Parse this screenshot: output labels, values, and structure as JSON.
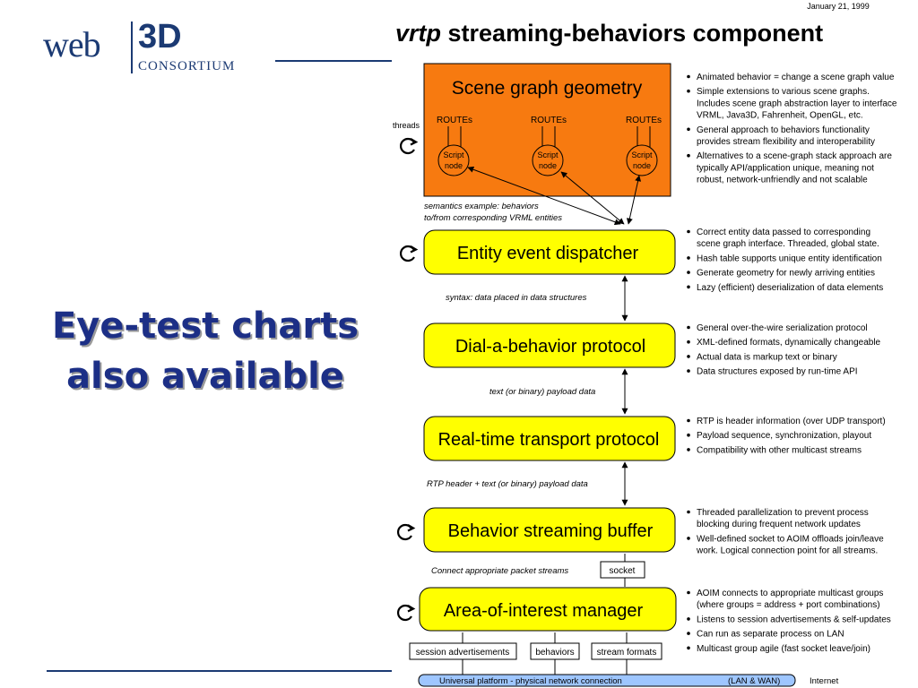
{
  "logo": {
    "web": "web",
    "three_d": "3D",
    "consortium": "CONSORTIUM"
  },
  "callout": {
    "line1": "Eye-test charts",
    "line2": "also available"
  },
  "diagram": {
    "date": "January 21, 1999",
    "title_italic": "vrtp",
    "title_rest": " streaming-behaviors component",
    "threads_label": "threads",
    "scene": {
      "title": "Scene graph geometry",
      "routes": [
        "ROUTEs",
        "ROUTEs",
        "ROUTEs"
      ],
      "script_node": [
        "Script",
        "node"
      ]
    },
    "semantics_note": [
      "semantics example: behaviors",
      "to/from corresponding VRML entities"
    ],
    "boxes": [
      "Entity event dispatcher",
      "Dial-a-behavior protocol",
      "Real-time transport protocol",
      "Behavior streaming buffer",
      "Area-of-interest manager"
    ],
    "connectors": [
      "syntax:  data placed in data structures",
      "text (or binary) payload data",
      "RTP header + text (or binary) payload data",
      "Connect appropriate packet streams"
    ],
    "socket_label": "socket",
    "stream_boxes": [
      "session advertisements",
      "behaviors",
      "stream formats"
    ],
    "platform_label": "Universal platform - physical network connection",
    "platform_lanwan": "(LAN & WAN)",
    "internet_label": "Internet",
    "bullets": [
      [
        [
          "Animated behavior = change a scene graph value"
        ],
        [
          "Simple extensions to various scene graphs.",
          "Includes scene graph abstraction layer to interface",
          "VRML, Java3D, Fahrenheit, OpenGL, etc."
        ],
        [
          "General approach to behaviors functionality",
          "provides stream flexibility and interoperability"
        ],
        [
          "Alternatives to a scene-graph stack approach are",
          "typically API/application unique, meaning not",
          "robust, network-unfriendly and not scalable"
        ]
      ],
      [
        [
          "Correct entity data passed to corresponding",
          "scene graph interface. Threaded, global state."
        ],
        [
          "Hash table supports unique entity identification"
        ],
        [
          "Generate geometry for newly arriving entities"
        ],
        [
          "Lazy (efficient) deserialization of data elements"
        ]
      ],
      [
        [
          "General over-the-wire serialization protocol"
        ],
        [
          "XML-defined formats, dynamically changeable"
        ],
        [
          "Actual data is markup text or binary"
        ],
        [
          "Data structures exposed by run-time API"
        ]
      ],
      [
        [
          "RTP is header information (over UDP transport)"
        ],
        [
          "Payload sequence, synchronization, playout"
        ],
        [
          "Compatibility with other multicast streams"
        ]
      ],
      [
        [
          "Threaded parallelization to prevent process",
          "blocking during frequent network updates"
        ],
        [
          "Well-defined socket to AOIM offloads join/leave",
          "work.  Logical connection point for all streams."
        ]
      ],
      [
        [
          "AOIM connects to appropriate multicast groups",
          "(where groups = address + port combinations)"
        ],
        [
          "Listens to session advertisements & self-updates"
        ],
        [
          "Can run as separate process on LAN"
        ],
        [
          "Multicast group agile (fast socket leave/join)"
        ]
      ]
    ]
  }
}
